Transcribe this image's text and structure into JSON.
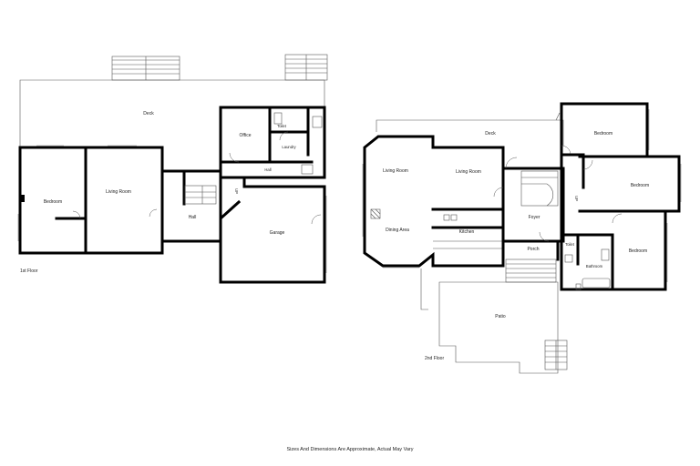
{
  "floors": [
    {
      "name": "1st Floor",
      "rooms": {
        "deck": "Deck",
        "bedroom": "Bedroom",
        "living_room": "Living Room",
        "hall_1": "Hall",
        "hall_2": "Hall",
        "office": "Office",
        "toilet": "Toilet",
        "laundry": "Laundry",
        "garage": "Garage",
        "upstairs": "UP"
      }
    },
    {
      "name": "2nd Floor",
      "rooms": {
        "deck": "Deck",
        "living_room_1": "Living Room",
        "living_room_2": "Living Room",
        "dining_area": "Dining Area",
        "kitchen": "Kitchen",
        "foyer": "Foyer",
        "porch": "Porch",
        "patio": "Patio",
        "bedroom_1": "Bedroom",
        "bedroom_2": "Bedroom",
        "bedroom_3": "Bedroom",
        "toilet": "Toilet",
        "bathroom": "Bathroom",
        "upstairs": "UP"
      }
    }
  ],
  "footer": "Sizes And Dimensions Are Approximate, Actual May Vary"
}
